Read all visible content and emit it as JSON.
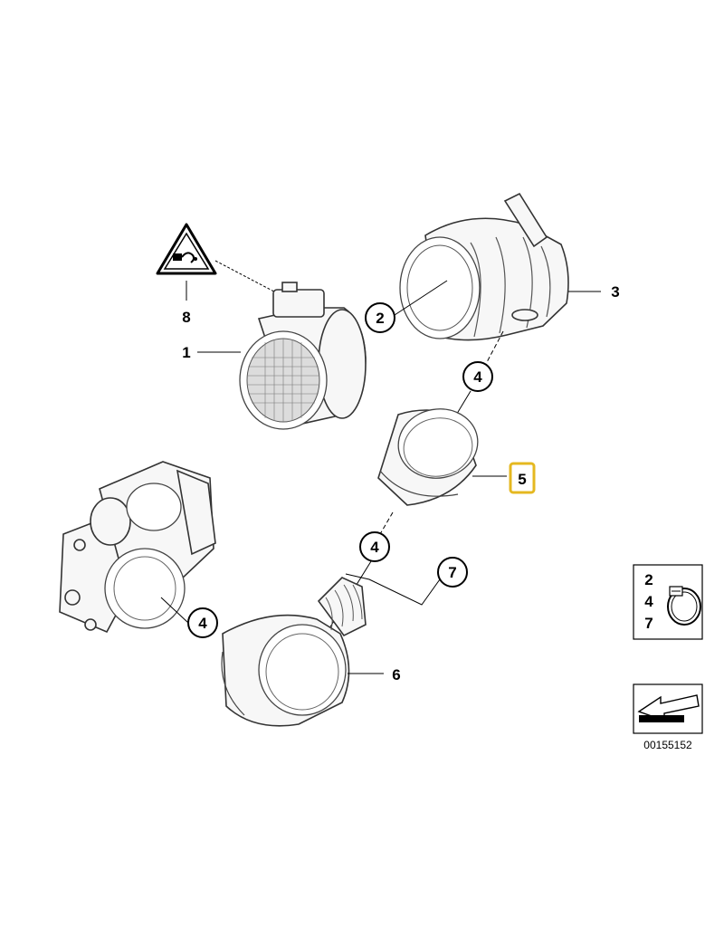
{
  "callouts": {
    "p1": "1",
    "p2": "2",
    "p3": "3",
    "p4a": "4",
    "p4b": "4",
    "p4c": "4",
    "p5": "5",
    "p6": "6",
    "p7": "7",
    "p8": "8"
  },
  "legend_box": {
    "items": [
      "2",
      "4",
      "7"
    ],
    "icon": "hose-clamp-icon"
  },
  "arrow_box": {
    "icon": "direction-arrow-icon"
  },
  "warning": {
    "icon": "warning-triangle-connector-icon"
  },
  "document_number": "00155152",
  "highlight_color": "#e5b820"
}
